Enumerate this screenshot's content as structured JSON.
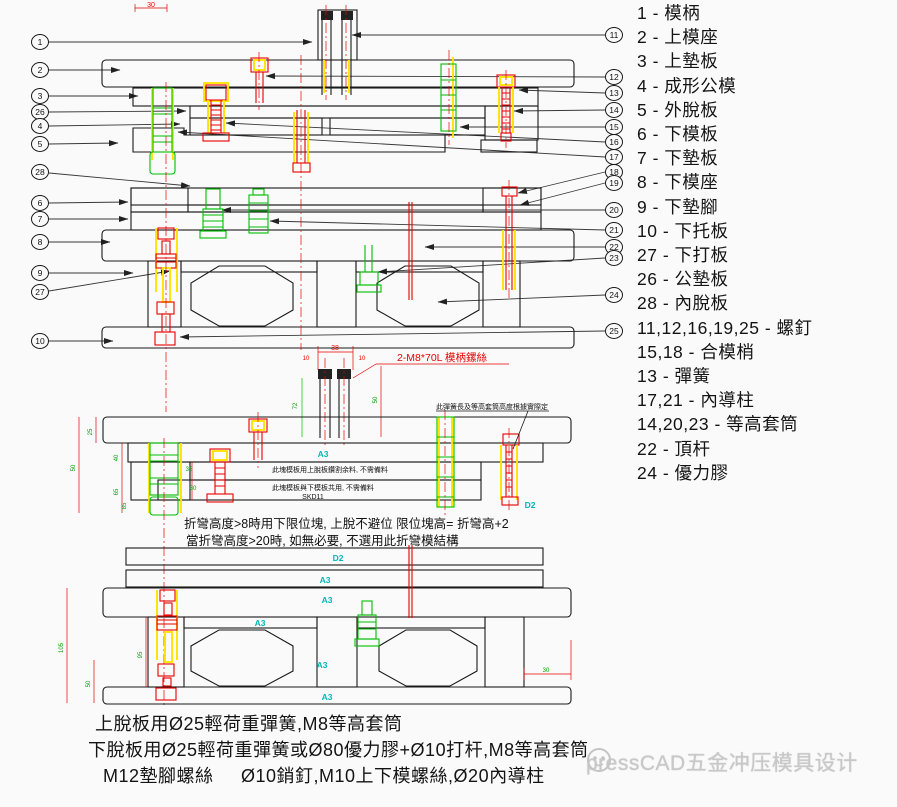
{
  "parts_list": {
    "items": [
      "1 - 模柄",
      "2 - 上模座",
      "3 - 上墊板",
      "4 - 成形公模",
      "5 - 外脫板",
      "6 - 下模板",
      "7 - 下墊板",
      "8 - 下模座",
      "9 - 下墊腳",
      "10 - 下托板",
      "27 - 下打板",
      "26 - 公墊板",
      "28 - 內脫板",
      "11,12,16,19,25 - 螺釘",
      "15,18 - 合模梢",
      "13 - 彈簧",
      "17,21 - 內導柱",
      "14,20,23 - 等高套筒",
      "22 - 頂杆",
      "24 - 優力膠"
    ]
  },
  "callouts": {
    "left": [
      "1",
      "2",
      "3",
      "26",
      "4",
      "5",
      "28",
      "6",
      "7",
      "8",
      "9",
      "27",
      "10"
    ],
    "right": [
      "11",
      "12",
      "13",
      "14",
      "15",
      "16",
      "17",
      "18",
      "19",
      "20",
      "21",
      "22",
      "23",
      "24",
      "25"
    ]
  },
  "annotations": {
    "handle_screw_label": "2-M8*70L 模柄鏍絲",
    "spring_note": "此彈簧長及等高套筒高度根據實際定",
    "plate_note1": "此塊模板用上脫板鑽割余料, 不需備料",
    "plate_note2": "此塊模板與下模板共用, 不需備料",
    "material": "SKD11",
    "bend_note1": "折彎高度>8時用下限位塊, 上脫不避位 限位塊高= 折彎高+2",
    "bend_note2": "當折彎高度>20時, 如無必要, 不選用此折彎模結構"
  },
  "plate_labels": {
    "a3": "A3",
    "d2": "D2"
  },
  "dims": {
    "top30": "30",
    "w38": "38",
    "s10l": "10",
    "s10r": "10",
    "h50": "50",
    "h72": "72",
    "v25": "25",
    "v50": "50",
    "v40": "40",
    "v65": "65",
    "v85": "85",
    "v35": "35",
    "v30": "30",
    "v95": "95",
    "b50": "50",
    "b105": "105",
    "b30": "30"
  },
  "notes": {
    "line1": "上脫板用Ø25輕荷重彈簧,M8等高套筒",
    "line2": "下脫板用Ø25輕荷重彈簧或Ø80優力膠+Ø10打杆,M8等高套筒",
    "line3": "M12墊腳螺絲     Ø10銷釘,M10上下模螺絲,Ø20內導柱"
  },
  "watermark": {
    "text": "pressCAD五金冲压模具设计"
  },
  "colors": {
    "line": "#1a1a1a",
    "red": "#e80000",
    "green": "#00bf00",
    "yellow": "#ffe400",
    "cyan": "#00b8b8",
    "dim_text": "#009f00",
    "watermark": "#c8c8c8",
    "background": "#fafafa"
  }
}
